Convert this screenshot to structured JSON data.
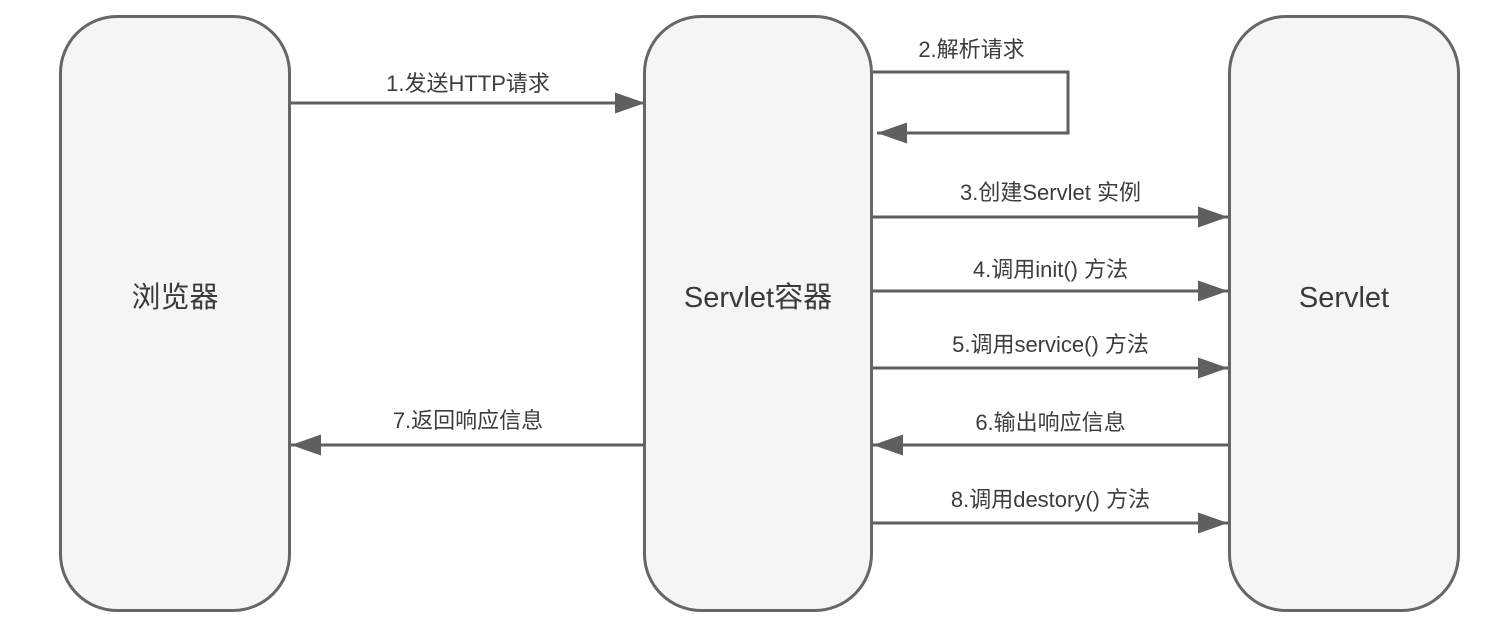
{
  "diagram": {
    "type": "sequence-diagram",
    "subject": "Servlet lifecycle request flow",
    "colors": {
      "background": "#ffffff",
      "box_fill": "#f5f5f5",
      "box_border": "#666666",
      "arrow": "#5f5f5f",
      "text": "#3d3d3d"
    },
    "actors": [
      {
        "id": "browser",
        "label": "浏览器"
      },
      {
        "id": "servlet-container",
        "label": "Servlet容器"
      },
      {
        "id": "servlet",
        "label": "Servlet"
      }
    ],
    "messages": [
      {
        "step": "1",
        "label": "1.发送HTTP请求",
        "from": "browser",
        "to": "servlet-container",
        "direction": "right"
      },
      {
        "step": "2",
        "label": "2.解析请求",
        "from": "servlet-container",
        "to": "servlet-container",
        "direction": "self-loop"
      },
      {
        "step": "3",
        "label": "3.创建Servlet 实例",
        "from": "servlet-container",
        "to": "servlet",
        "direction": "right"
      },
      {
        "step": "4",
        "label": "4.调用init() 方法",
        "from": "servlet-container",
        "to": "servlet",
        "direction": "right"
      },
      {
        "step": "5",
        "label": "5.调用service() 方法",
        "from": "servlet-container",
        "to": "servlet",
        "direction": "right"
      },
      {
        "step": "6",
        "label": "6.输出响应信息",
        "from": "servlet",
        "to": "servlet-container",
        "direction": "left"
      },
      {
        "step": "7",
        "label": "7.返回响应信息",
        "from": "servlet-container",
        "to": "browser",
        "direction": "left"
      },
      {
        "step": "8",
        "label": "8.调用destory() 方法",
        "from": "servlet-container",
        "to": "servlet",
        "direction": "right"
      }
    ]
  }
}
